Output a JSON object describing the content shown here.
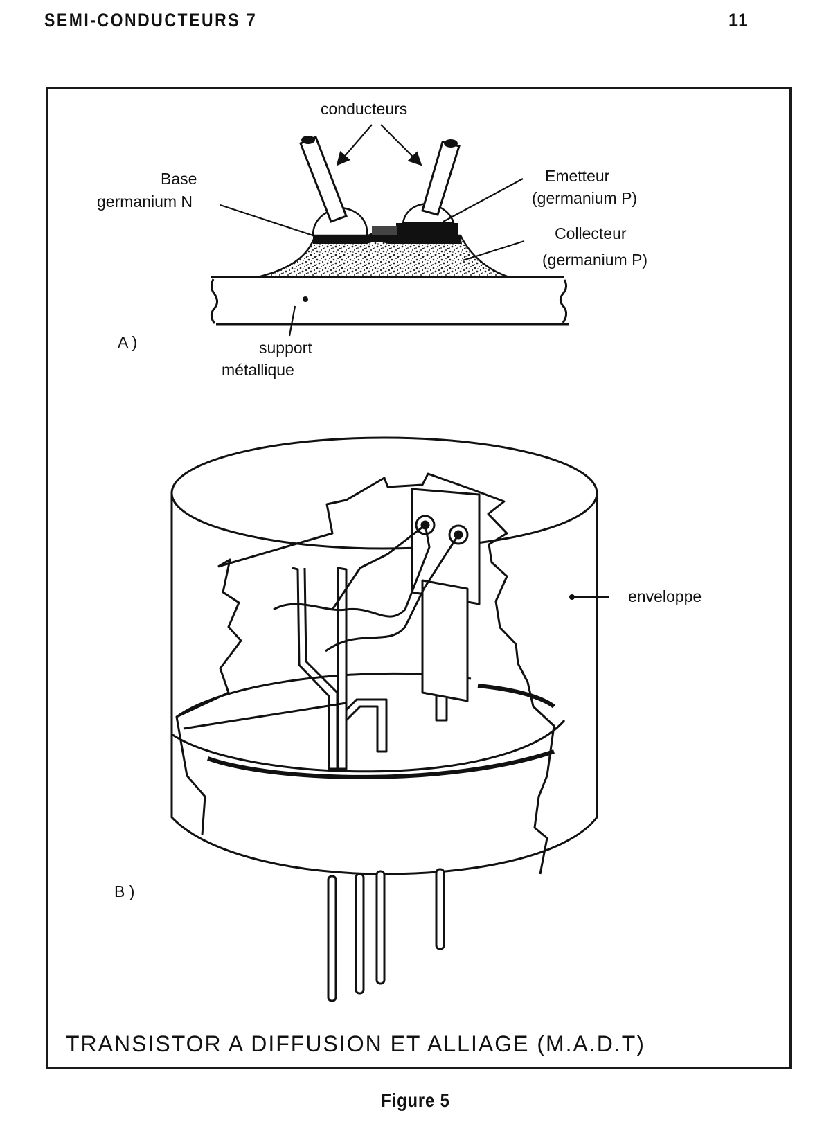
{
  "header": {
    "left": "SEMI-CONDUCTEURS 7",
    "page_number": "11"
  },
  "figure": {
    "part_a": {
      "marker": "A )",
      "labels": {
        "conducteurs": "conducteurs",
        "base": "Base",
        "base_sub": "germanium N",
        "emetteur": "Emetteur",
        "emetteur_sub": "(germanium P)",
        "collecteur": "Collecteur",
        "collecteur_sub": "(germanium P)",
        "support": "support",
        "support_sub": "métallique"
      }
    },
    "part_b": {
      "marker": "B )",
      "labels": {
        "enveloppe": "enveloppe"
      }
    },
    "frame_title": "TRANSISTOR A DIFFUSION ET ALLIAGE (M.A.D.T)",
    "caption": "Figure 5"
  }
}
